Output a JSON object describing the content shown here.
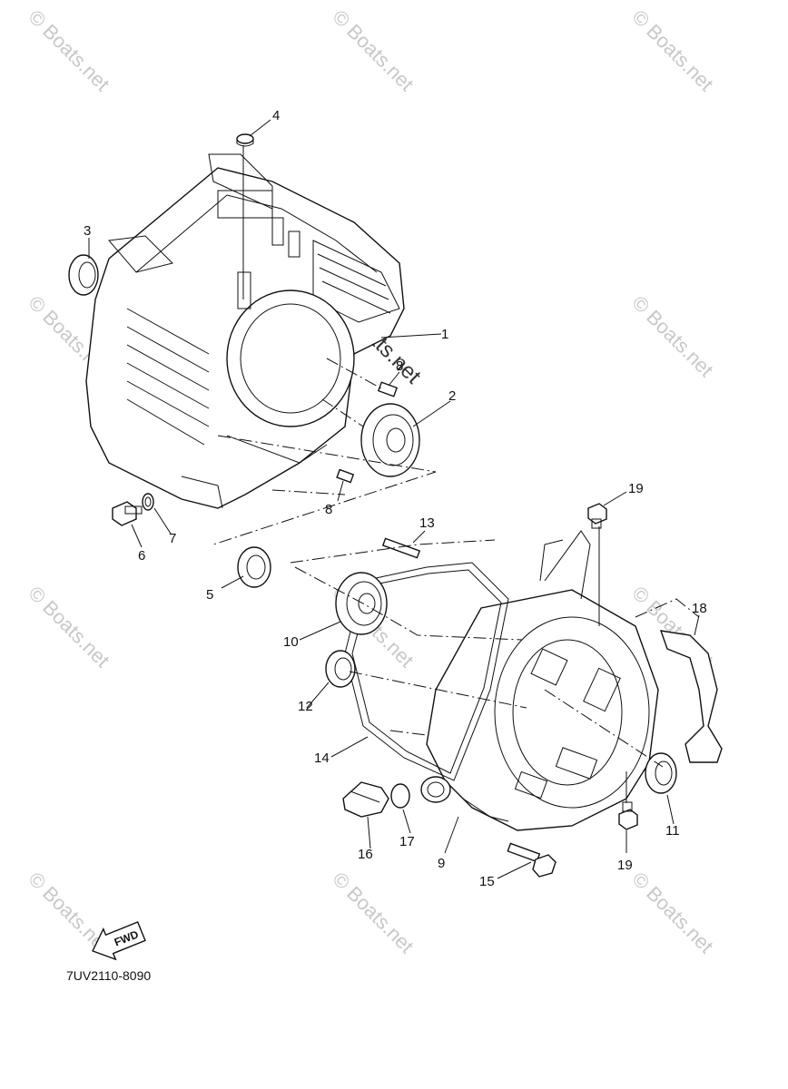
{
  "watermark": "© Boats.net",
  "diagram_code": "7UV2110-8090",
  "fwd_label": "FWD",
  "callouts": [
    "1",
    "2",
    "3",
    "4",
    "5",
    "6",
    "7",
    "8",
    "8",
    "9",
    "10",
    "11",
    "12",
    "13",
    "14",
    "15",
    "16",
    "17",
    "18",
    "19",
    "19"
  ]
}
